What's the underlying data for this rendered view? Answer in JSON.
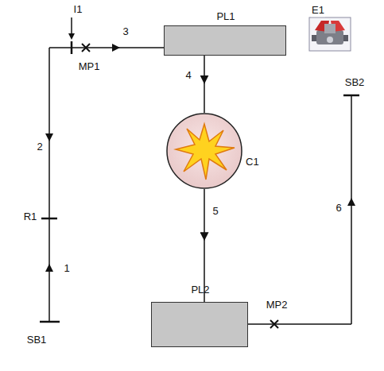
{
  "diagram": {
    "nodes": [
      {
        "text": [
          "PL1"
        ]
      },
      {
        "text": [
          "C1"
        ]
      },
      {
        "text": [
          "PL2"
        ]
      }
    ],
    "edges": [
      {
        "from": 0,
        "to": 1,
        "arrow": "to",
        "label": "4"
      },
      {
        "from": 1,
        "to": 2,
        "arrow": "to",
        "label": "5"
      }
    ],
    "labels": [
      "I1",
      "MP1",
      "3",
      "2",
      "R1",
      "1",
      "SB1",
      "E1",
      "SB2",
      "6",
      "MP2"
    ]
  }
}
